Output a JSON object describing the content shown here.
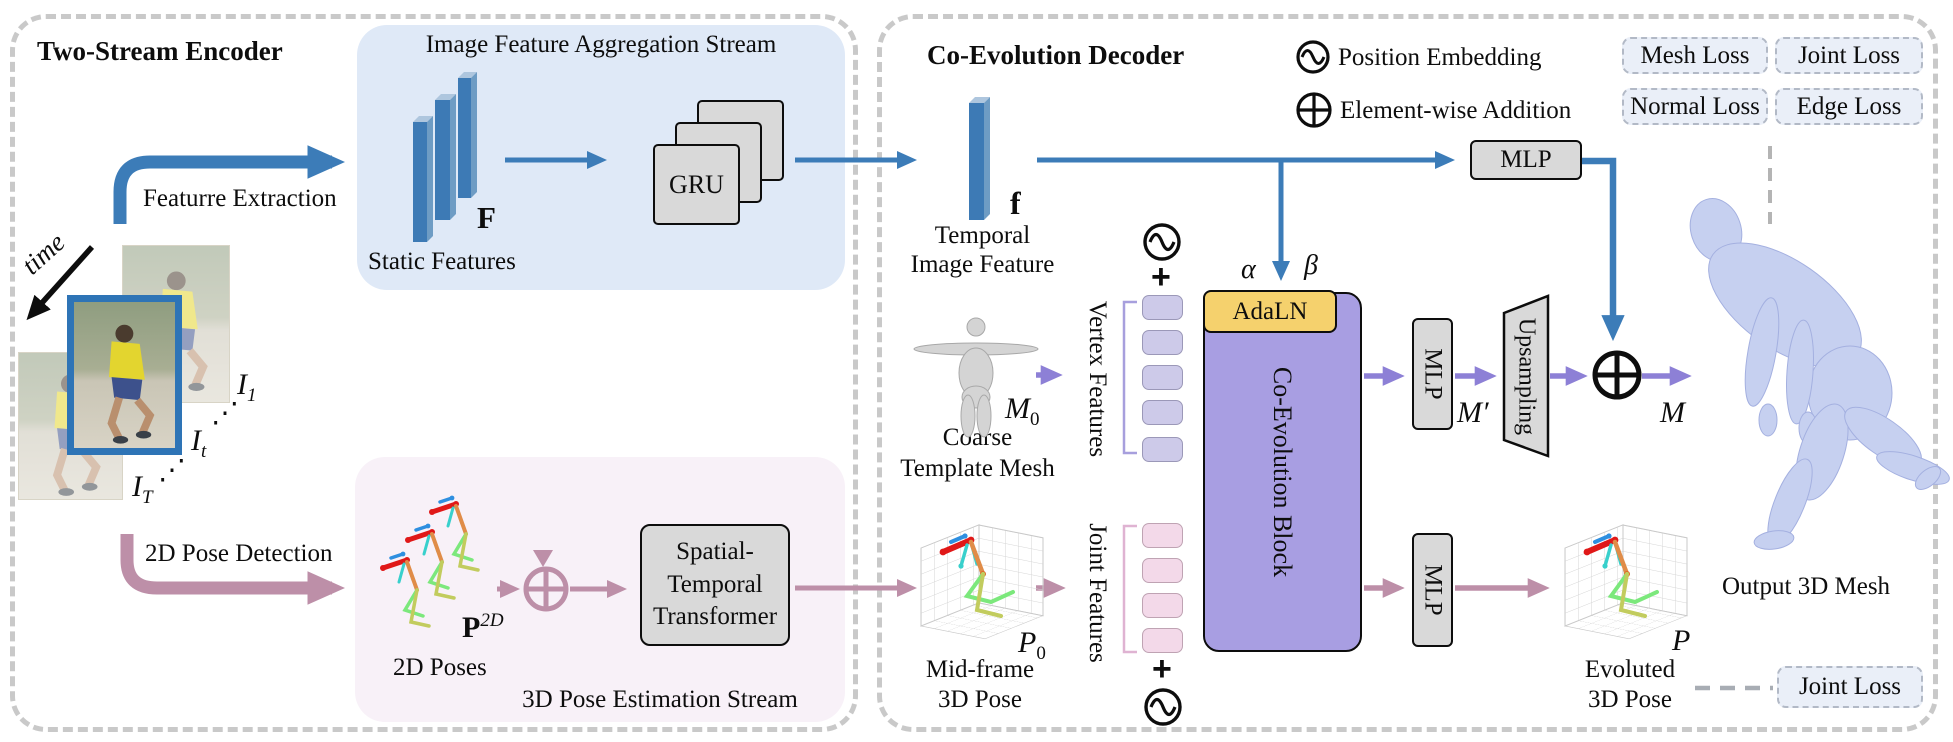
{
  "palette": {
    "arrow_blue": "#3c7cb8",
    "arrow_mauve": "#bd8fa8",
    "arrow_purple": "#8d80d6",
    "encoder_image_stream_fill": "#dfe9f7",
    "encoder_pose_stream_fill": "#f8f1f8",
    "block_fill": "#a89ee2",
    "adaln_fill": "#f5d16d",
    "gray_box_fill": "#d9d9d9",
    "loss_box_fill": "#eaeff8",
    "vertex_token_fill": "#cdcae9",
    "joint_token_fill": "#f3d9e9"
  },
  "encoder": {
    "title": "Two-Stream Encoder",
    "time_label": "time",
    "frames": [
      {
        "base": "I",
        "sub": "1"
      },
      {
        "base": "I",
        "sub": "t"
      },
      {
        "base": "I",
        "sub": "T"
      }
    ],
    "dots": "⋰",
    "feature_extraction_label": "Featurre Extraction",
    "pose_detection_label": "2D Pose Detection",
    "image_stream": {
      "title": "Image Feature Aggregation Stream",
      "static_symbol": "F",
      "static_label": "Static Features",
      "gru_label": "GRU"
    },
    "pose_stream": {
      "title": "3D Pose Estimation Stream",
      "poses_base": "P",
      "poses_sup": "2D",
      "poses_label": "2D Poses",
      "transformer_lines": [
        "Spatial-",
        "Temporal",
        "Transformer"
      ]
    }
  },
  "decoder": {
    "title": "Co-Evolution Decoder",
    "legend": [
      {
        "label": "Position Embedding"
      },
      {
        "label": "Element-wise Addition"
      }
    ],
    "losses": [
      "Mesh Loss",
      "Joint Loss",
      "Normal Loss",
      "Edge Loss"
    ],
    "temporal_feature": {
      "symbol": "f",
      "label_lines": [
        "Temporal",
        "Image Feature"
      ]
    },
    "template_mesh": {
      "symbol_base": "M",
      "symbol_sub": "0",
      "label_lines": [
        "Coarse",
        "Template Mesh"
      ]
    },
    "midframe_pose": {
      "symbol_base": "P",
      "symbol_sub": "0",
      "label_lines": [
        "Mid-frame",
        "3D Pose"
      ]
    },
    "vertex_features_label": "Vertex Features",
    "joint_features_label": "Joint Features",
    "alpha": "α",
    "beta": "β",
    "adaln_label": "AdaLN",
    "block_label": "Co-Evolution Block",
    "mlp_top_label": "MLP",
    "mlp_mesh_label": "MLP",
    "mlp_pose_label": "MLP",
    "upsampling_label": "Upsampling",
    "m_prime_label": "M′",
    "m_out_label": "M",
    "p_out_label": "P",
    "evoluted_pose": {
      "label_lines": [
        "Evoluted",
        "3D Pose"
      ]
    },
    "output_mesh_label": "Output 3D Mesh",
    "joint_loss_label": "Joint Loss"
  }
}
